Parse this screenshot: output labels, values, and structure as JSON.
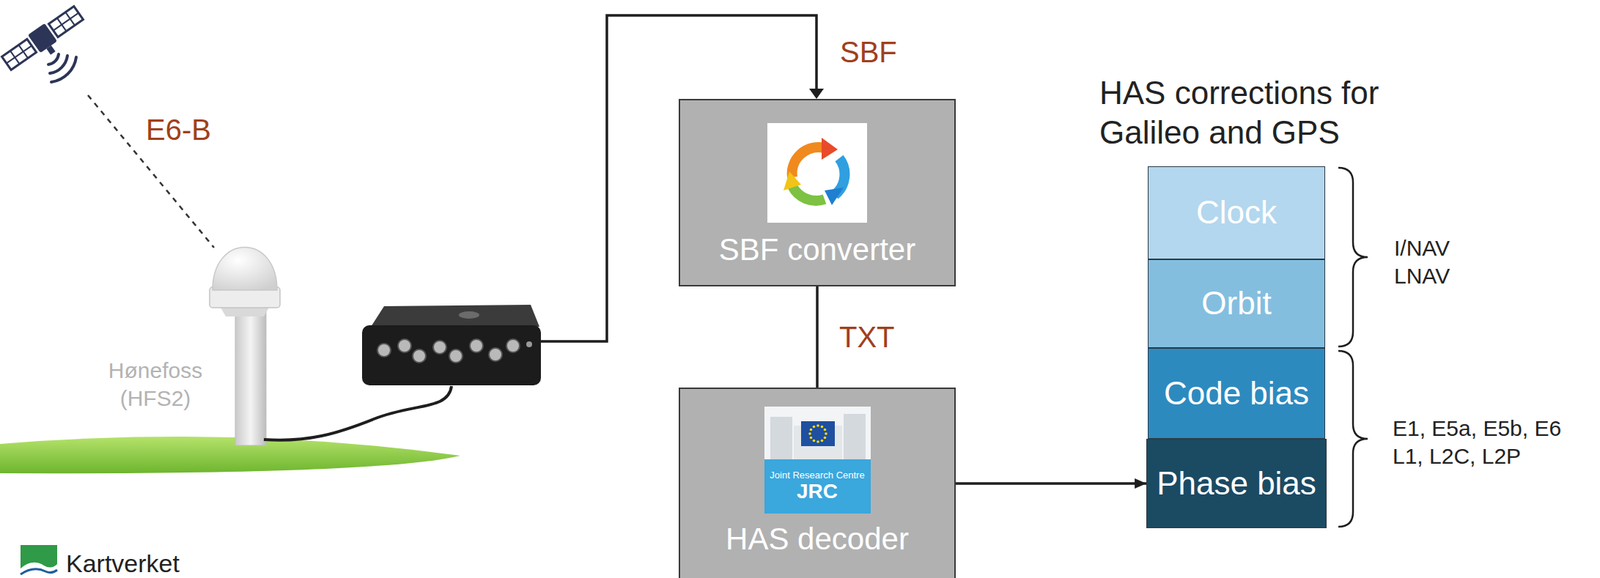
{
  "diagram": {
    "title": "HAS corrections for Galileo and GPS",
    "nodes": [
      {
        "text": [
          "SBF converter"
        ]
      },
      {
        "text": [
          "Joint Research Centre",
          "JRC",
          "HAS decoder"
        ]
      },
      {
        "text": [
          "Clock"
        ]
      },
      {
        "text": [
          "Orbit"
        ]
      },
      {
        "text": [
          "Code bias"
        ]
      },
      {
        "text": [
          "Phase bias"
        ]
      }
    ],
    "edges": [
      {
        "from": 0,
        "to": 1,
        "label": "TXT",
        "arrow": "none"
      },
      {
        "from": 1,
        "to": 5,
        "arrow": "to"
      }
    ],
    "labels": [
      "E6-B",
      "SBF",
      "Hønefoss (HFS2)",
      "I/NAV",
      "LNAV",
      "E1, E5a, E5b, E6",
      "L1, L2C, L2P",
      "Kartverket"
    ]
  }
}
